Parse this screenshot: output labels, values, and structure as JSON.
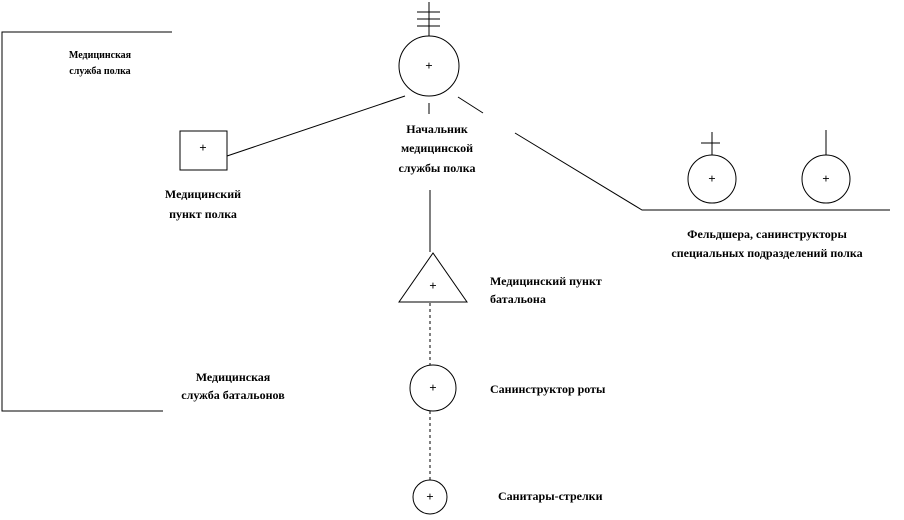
{
  "regiment_service": {
    "line1": "Медицинская",
    "line2": "служба полка"
  },
  "regiment_post": {
    "line1": "Медицинский",
    "line2": "пункт полка"
  },
  "chief": {
    "line1": "Начальник",
    "line2": "медицинской",
    "line3": "службы полка"
  },
  "paramedics": {
    "line1": "Фельдшера,  санинструкторы",
    "line2": "специальных подразделений полка"
  },
  "battalion_post": {
    "line1": "Медицинский пункт",
    "line2": "батальона"
  },
  "battalion_service": {
    "line1": "Медицинская",
    "line2": "служба батальонов"
  },
  "company_medic": "Санинструктор роты",
  "stretcher_bearers": "Санитары-стрелки",
  "plus_symbol": "+"
}
